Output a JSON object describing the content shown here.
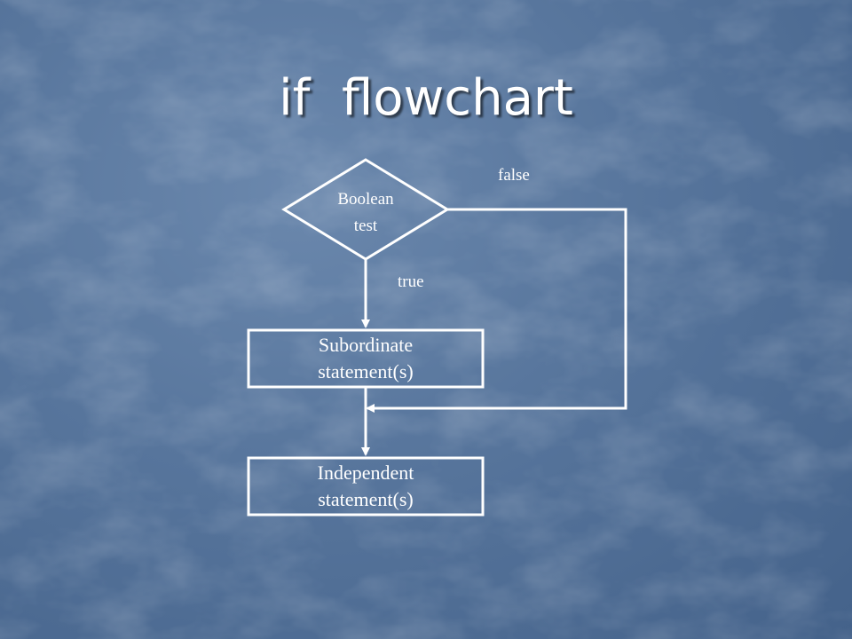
{
  "slide": {
    "title": "if  flowchart",
    "background_color": "#57759c",
    "line_color": "#ffffff"
  },
  "flowchart": {
    "decision": {
      "line1": "Boolean",
      "line2": "test"
    },
    "labels": {
      "false": "false",
      "true": "true"
    },
    "subordinate": {
      "line1": "Subordinate",
      "line2": "statement(s)"
    },
    "independent": {
      "line1": "Independent",
      "line2": "statement(s)"
    }
  }
}
